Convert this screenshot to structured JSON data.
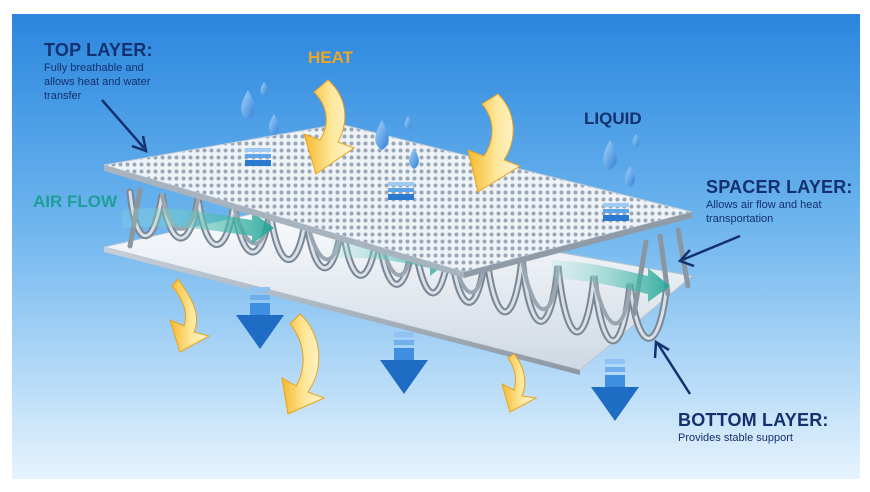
{
  "labels": {
    "top_layer": {
      "title": "TOP LAYER:",
      "line1": "Fully breathable and",
      "line2": "allows heat and water",
      "line3": "transfer"
    },
    "heat": "HEAT",
    "liquid": "LIQUID",
    "air_flow": "AIR FLOW",
    "spacer_layer": {
      "title": "SPACER LAYER:",
      "line1": "Allows air flow and heat",
      "line2": "transportation"
    },
    "bottom_layer": {
      "title": "BOTTOM LAYER:",
      "line1": "Provides stable support"
    }
  },
  "colors": {
    "heat": "#f0a624",
    "air_flow": "#1f9e97",
    "text": "#14306e",
    "water": "#2f7fd6",
    "background_top": "#2f8ee2",
    "background_bottom": "#e3f1fc"
  },
  "icons": [
    "heat-arrow-icon",
    "water-drop-icon",
    "water-down-arrow-icon",
    "air-flow-arrow-icon",
    "pointer-arrow-icon"
  ]
}
